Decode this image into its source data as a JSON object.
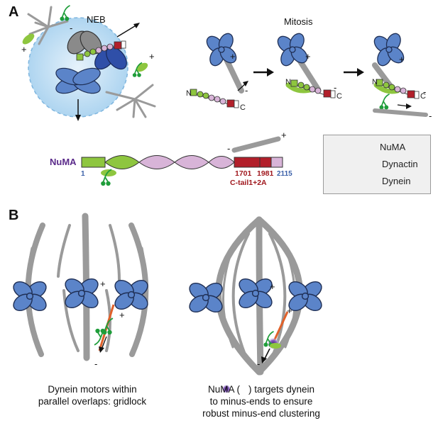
{
  "panels": {
    "a_letter": "A",
    "b_letter": "B"
  },
  "panel_a": {
    "neb_label": "NEB",
    "mitosis_label": "Mitosis",
    "n_label": "N",
    "c_label": "C",
    "plus": "+",
    "minus": "-"
  },
  "numa_map": {
    "protein_label": "NuMA",
    "start_pos": "1",
    "pos_1701": "1701",
    "pos_1981": "1981",
    "pos_2115": "2115",
    "tail_label": "C-tail1+2A"
  },
  "legend": {
    "numa": "NuMA",
    "dynactin": "Dynactin",
    "dynein": "Dynein"
  },
  "panel_b": {
    "caption_left": [
      "Dynein motors within",
      "parallel overlaps: gridlock"
    ],
    "caption_right_1a": "NuMA (",
    "caption_right_1b": ") targets dynein",
    "caption_right_2": "to minus-ends to ensure",
    "caption_right_3": "robust minus-end clustering"
  },
  "colors": {
    "centrosome_blue": "#5b84c9",
    "microtubule_gray": "#9a9a9a",
    "numa_green": "#8ec63f",
    "numa_red": "#b21f2a",
    "numa_pink": "#d8b4d8",
    "dynein_green": "#1f9d3a",
    "numa_purple": "#5a2a8a"
  }
}
